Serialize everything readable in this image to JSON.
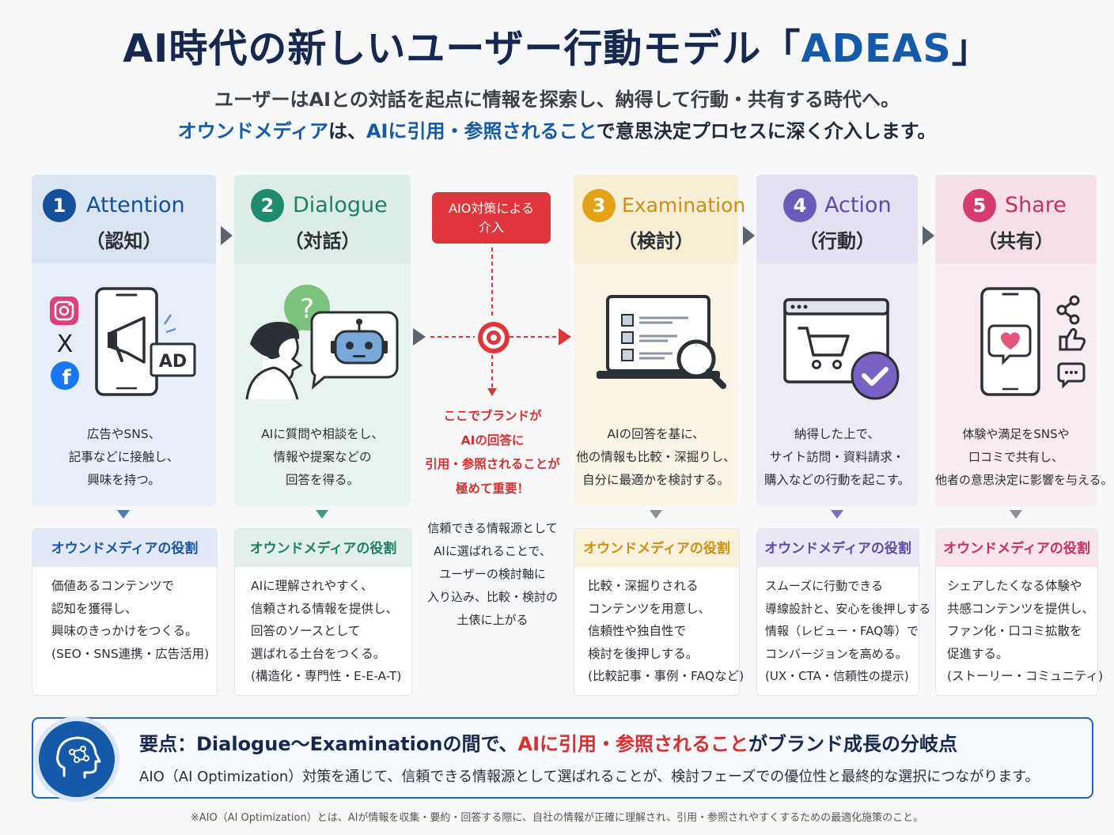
{
  "header": {
    "title": "AI時代の新しいユーザー行動モデル「",
    "title_accent": "ADEAS",
    "title_end": "」",
    "subtitle_line1": "ユーザーはAIとの対話を起点に情報を探索し、納得して行動・共有する時代へ。",
    "subtitle_line2_a": "オウンドメディア",
    "subtitle_line2_b": "は、",
    "subtitle_line2_c": "AIに引用・参照されること",
    "subtitle_line2_d": "で意思決定プロセスに深く介入します。"
  },
  "stages": [
    {
      "num": "1",
      "en": "Attention",
      "jp": "（認知）",
      "desc": [
        "広告やSNS、",
        "記事などに接触し、",
        "興味を持つ。"
      ],
      "color": "#144f9c",
      "en_color": "#144f9c",
      "bg": "#e6eef8",
      "head_bg": "#dae5f3",
      "role_title": "オウンドメディアの役割",
      "role": [
        "価値あるコンテンツで",
        "認知を獲得し、",
        "興味のきっかけをつくる。",
        "(SEO・SNS連携・広告活用)"
      ],
      "role_head_bg": "#e0e9f5",
      "role_color": "#1a56a4"
    },
    {
      "num": "2",
      "en": "Dialogue",
      "jp": "（対話）",
      "desc": [
        "AIに質問や相談をし、",
        "情報や提案などの",
        "回答を得る。"
      ],
      "color": "#1e8a6e",
      "en_color": "#1e7f66",
      "bg": "#e7f3ef",
      "head_bg": "#dcede7",
      "role_title": "オウンドメディアの役割",
      "role": [
        "AIに理解されやすく、",
        "信頼される情報を提供し、",
        "回答のソースとして",
        "選ばれる土台をつくる。",
        "(構造化・専門性・E-E-A-T)"
      ],
      "role_head_bg": "#e2f0eb",
      "role_color": "#1e7f66"
    },
    {
      "num": "3",
      "en": "Examination",
      "jp": "（検討）",
      "desc": [
        "AIの回答を基に、",
        "他の情報も比較・深掘りし、",
        "自分に最適かを検討する。"
      ],
      "color": "#e3a318",
      "en_color": "#d08f10",
      "bg": "#fbf4e4",
      "head_bg": "#f8eed6",
      "role_title": "オウンドメディアの役割",
      "role": [
        "比較・深掘りされる",
        "コンテンツを用意し、",
        "信頼性や独自性で",
        "検討を後押しする。",
        "(比較記事・事例・FAQなど)"
      ],
      "role_head_bg": "#faf1dd",
      "role_color": "#d08f10"
    },
    {
      "num": "4",
      "en": "Action",
      "jp": "（行動）",
      "desc": [
        "納得した上で、",
        "サイト訪問・資料請求・",
        "購入などの行動を起こす。"
      ],
      "color": "#6c5ab8",
      "en_color": "#5b4caa",
      "bg": "#eeebf7",
      "head_bg": "#e5e1f3",
      "role_title": "オウンドメディアの役割",
      "role": [
        "スムーズに行動できる",
        "導線設計と、安心を後押しする",
        "情報（レビュー・FAQ等）で",
        "コンバージョンを高める。",
        "(UX・CTA・信頼性の提示)"
      ],
      "role_head_bg": "#ebe7f6",
      "role_color": "#5b4caa"
    },
    {
      "num": "5",
      "en": "Share",
      "jp": "（共有）",
      "desc": [
        "体験や満足をSNSや",
        "口コミで共有し、",
        "他者の意思決定に影響を与える。"
      ],
      "color": "#d63c6e",
      "en_color": "#c8305f",
      "bg": "#f9ebf0",
      "head_bg": "#f6e0e8",
      "role_title": "オウンドメディアの役割",
      "role": [
        "シェアしたくなる体験や",
        "共感コンテンツを提供し、",
        "ファン化・口コミ拡散を",
        "促進する。",
        "(ストーリー・コミュニティ)"
      ],
      "role_head_bg": "#f8e6ec",
      "role_color": "#c8305f"
    }
  ],
  "aio": {
    "box": [
      "AIO対策による",
      "介入"
    ],
    "emphasis": [
      "ここでブランドが",
      "AIの回答に",
      "引用・参照されることが",
      "極めて重要！"
    ],
    "note": [
      "信頼できる情報源として",
      "AIに選ばれることで、",
      "ユーザーの検討軸に",
      "入り込み、比較・検討の",
      "土俵に上がる"
    ]
  },
  "icons": {
    "stage1": "phone-megaphone-ad-icon",
    "stage2": "person-ai-chat-icon",
    "stage3": "laptop-search-icon",
    "stage4": "browser-cart-check-icon",
    "stage5": "phone-heart-share-icon",
    "target": "target-icon",
    "key": "ai-head-icon",
    "ad_label": "AD",
    "x_label": "X",
    "question": "?"
  },
  "key": {
    "title_a": "要点：Dialogue〜Examinationの間で、",
    "title_b": "AIに引用・参照されること",
    "title_c": "がブランド成長の分岐点",
    "text": "AIO（AI Optimization）対策を通じて、信頼できる情報源として選ばれることが、検討フェーズでの優位性と最終的な選択につながります。"
  },
  "footnote": "※AIO（AI Optimization）とは、AIが情報を収集・要約・回答する際に、自社の情報が正確に理解され、引用・参照されやすくするための最適化施策のこと。"
}
